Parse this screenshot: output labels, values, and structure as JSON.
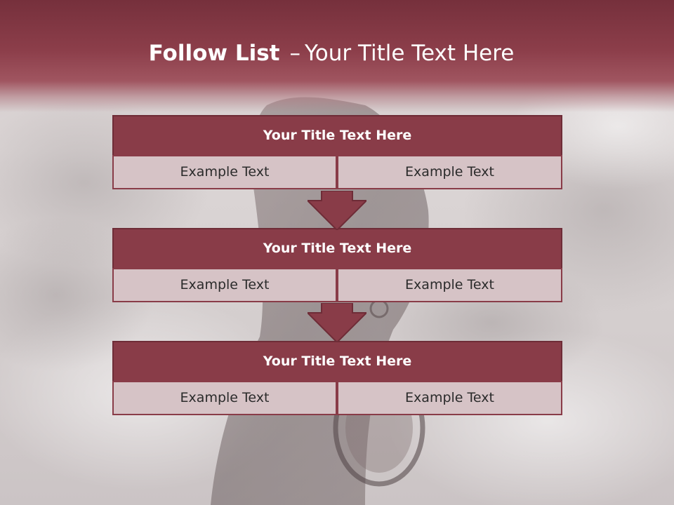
{
  "slide": {
    "title_bold": "Follow List",
    "title_separator": "–",
    "title_rest": "Your Title Text Here"
  },
  "blocks": [
    {
      "title": "Your Title Text Here",
      "left": "Example Text",
      "right": "Example Text"
    },
    {
      "title": "Your Title Text Here",
      "left": "Example Text",
      "right": "Example Text"
    },
    {
      "title": "Your Title Text Here",
      "left": "Example Text",
      "right": "Example Text"
    }
  ],
  "colors": {
    "header_band": "#893c48",
    "cell_fill": "#d6c3c6",
    "arrow": "#893c48",
    "title_text": "#ffffff"
  },
  "icons": {
    "arrow": "down-arrow-icon",
    "background": "horse-with-medal-photo"
  }
}
